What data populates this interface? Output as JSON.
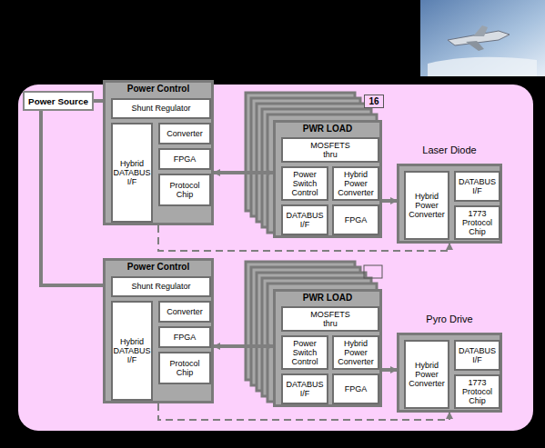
{
  "diagram": {
    "nodes": [
      {
        "text": [
          "Power Source"
        ]
      },
      {
        "text": [
          "Power Control"
        ]
      },
      {
        "text": [
          "Hybrid DATABUS I/F"
        ],
        "in": 1
      },
      {
        "text": [
          "Shunt Regulator"
        ],
        "in": 1
      },
      {
        "text": [
          "Converter"
        ],
        "in": 1
      },
      {
        "text": [
          "FPGA"
        ],
        "in": 1
      },
      {
        "text": [
          "Protocol Chip"
        ],
        "in": 1
      },
      {
        "text": [
          "PWR LOAD"
        ]
      },
      {
        "text": [
          "MOSFETS",
          "thru"
        ],
        "in": 7
      },
      {
        "text": [
          "Power Switch Control"
        ],
        "in": 7
      },
      {
        "text": [
          "Hybrid Power Converter"
        ],
        "in": 7
      },
      {
        "text": [
          "DATABUS I/F"
        ],
        "in": 7
      },
      {
        "text": [
          "FPGA"
        ],
        "in": 7
      },
      {
        "text": [
          "Laser Diode"
        ]
      },
      {
        "text": [
          "Hybrid Power Converter"
        ],
        "in": 13
      },
      {
        "text": [
          "DATABUS I/F"
        ],
        "in": 13
      },
      {
        "text": [
          "1773 Protocol Chip"
        ],
        "in": 13
      },
      {
        "text": [
          "Power Control"
        ]
      },
      {
        "text": [
          "Hybrid DATABUS I/F"
        ],
        "in": 17
      },
      {
        "text": [
          "Shunt Regulator"
        ],
        "in": 17
      },
      {
        "text": [
          "Converter"
        ],
        "in": 17
      },
      {
        "text": [
          "FPGA"
        ],
        "in": 17
      },
      {
        "text": [
          "Protocol Chip"
        ],
        "in": 17
      },
      {
        "text": [
          "PWR LOAD"
        ]
      },
      {
        "text": [
          "MOSFETS",
          "thru"
        ],
        "in": 23
      },
      {
        "text": [
          "Power Switch Control"
        ],
        "in": 23
      },
      {
        "text": [
          "Hybrid Power Converter"
        ],
        "in": 23
      },
      {
        "text": [
          "DATABUS I/F"
        ],
        "in": 23
      },
      {
        "text": [
          "FPGA"
        ],
        "in": 23
      },
      {
        "text": [
          "Pyro Drive"
        ]
      },
      {
        "text": [
          "Hybrid Power Converter"
        ],
        "in": 29
      },
      {
        "text": [
          "DATABUS I/F"
        ],
        "in": 29
      },
      {
        "text": [
          "1773 Protocol Chip"
        ],
        "in": 29
      }
    ],
    "edges": [
      {
        "from": 0,
        "to": 1,
        "arrow": "none"
      },
      {
        "from": 0,
        "to": 17,
        "arrow": "none"
      },
      {
        "from": 1,
        "to": 7,
        "arrow": "both"
      },
      {
        "from": 7,
        "to": 13,
        "arrow": "to"
      },
      {
        "from": 1,
        "to": 13,
        "arrow": "to"
      },
      {
        "from": 17,
        "to": 23,
        "arrow": "both"
      },
      {
        "from": 23,
        "to": 29,
        "arrow": "to"
      },
      {
        "from": 17,
        "to": 29,
        "arrow": "to"
      }
    ],
    "labels": [
      "16"
    ]
  }
}
